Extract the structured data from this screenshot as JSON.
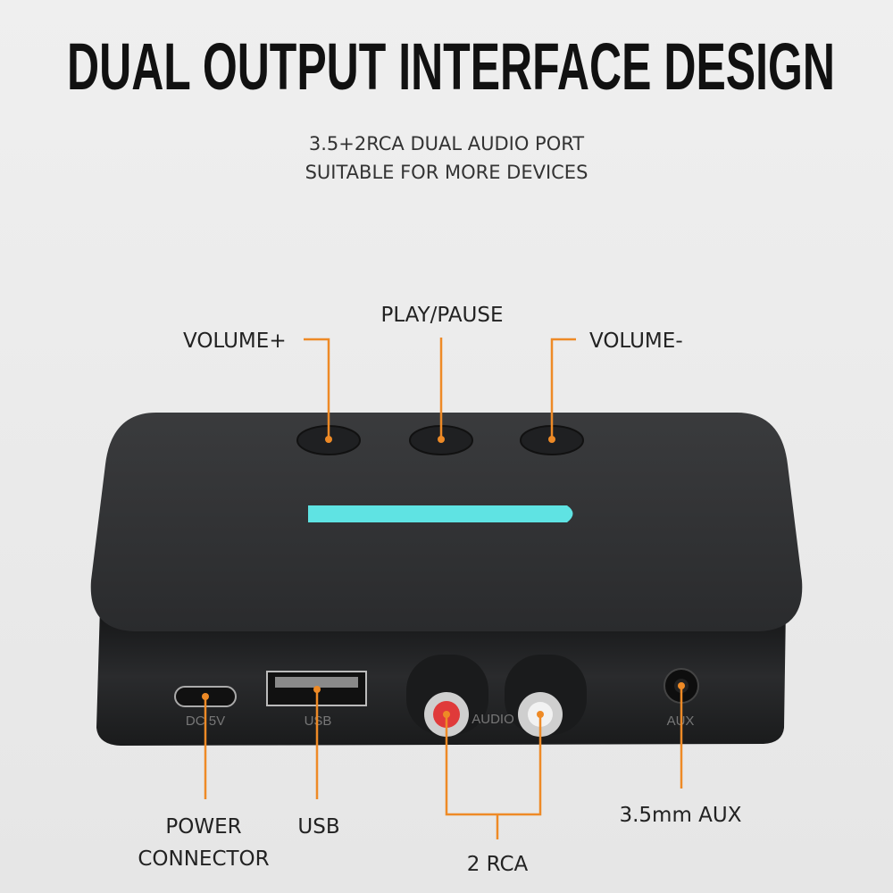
{
  "title": "DUAL OUTPUT INTERFACE DESIGN",
  "subtitle": [
    "3.5+2RCA DUAL AUDIO PORT",
    "SUITABLE FOR MORE DEVICES"
  ],
  "callouts": {
    "volume_up": "VOLUME+",
    "play_pause": "PLAY/PAUSE",
    "volume_down": "VOLUME-",
    "power": [
      "POWER",
      "CONNECTOR"
    ],
    "usb": "USB",
    "rca": "2 RCA",
    "aux": "3.5mm AUX"
  },
  "device_labels": {
    "dc": "DC 5V",
    "usb": "USB",
    "audio": "AUDIO",
    "aux": "AUX"
  },
  "colors": {
    "accent": "#ee8a26",
    "led": "#5fe3e3",
    "body": "#2e2f31",
    "background": "#ececec"
  }
}
